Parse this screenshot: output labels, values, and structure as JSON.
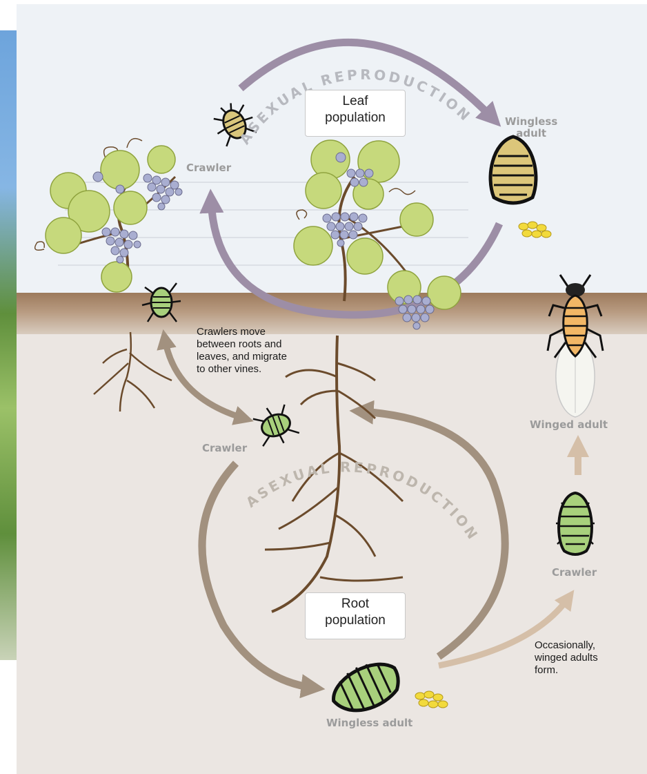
{
  "diagram": {
    "leaf_cycle": {
      "arc_label": "ASEXUAL REPRODUCTION",
      "population_box": "Leaf\npopulation",
      "wingless_adult": "Wingless\nadult",
      "crawler": "Crawler"
    },
    "migration_note": "Crawlers move\nbetween roots and\nleaves, and migrate\nto other vines.",
    "root_cycle": {
      "arc_label": "ASEXUAL REPRODUCTION",
      "population_box": "Root\npopulation",
      "wingless_adult": "Wingless adult",
      "crawler": "Crawler"
    },
    "winged_path": {
      "crawler": "Crawler",
      "winged_adult": "Winged adult",
      "note": "Occasionally,\nwinged adults\nform."
    },
    "colors": {
      "leaf_arrow": "#9d8ea6",
      "root_arrow": "#a2917f",
      "winged_arrow": "#d5bfa8",
      "sky": "#eef2f6",
      "soil": "#9c7a5c",
      "underground": "#ebe6e2",
      "leaf": "#c6d97c",
      "grape": "#a9aed1"
    }
  }
}
